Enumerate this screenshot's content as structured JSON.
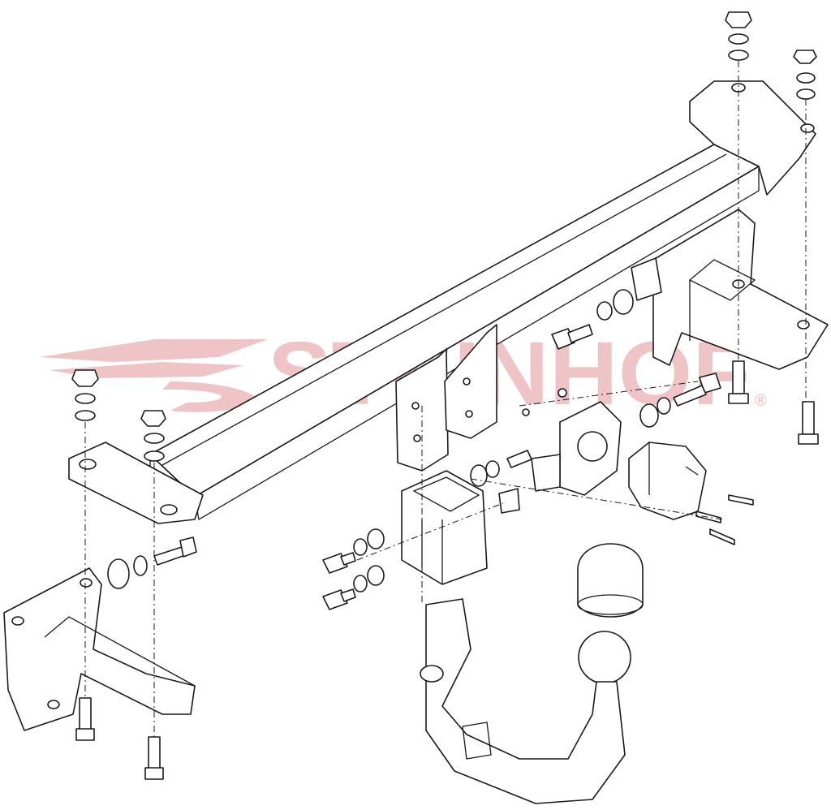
{
  "watermark": {
    "text": "STEINHOF",
    "mark": "®",
    "color": "#e8a8a8"
  },
  "colors": {
    "line": "#1a1a1a",
    "background": "#ffffff"
  },
  "icons": {
    "logo": "steinhof-swoosh-logo",
    "parts": [
      "crossbar",
      "mounting-bracket",
      "side-bracket",
      "tow-ball-neck",
      "ball-cover",
      "socket",
      "socket-plate",
      "bolts",
      "nuts",
      "washers"
    ]
  }
}
